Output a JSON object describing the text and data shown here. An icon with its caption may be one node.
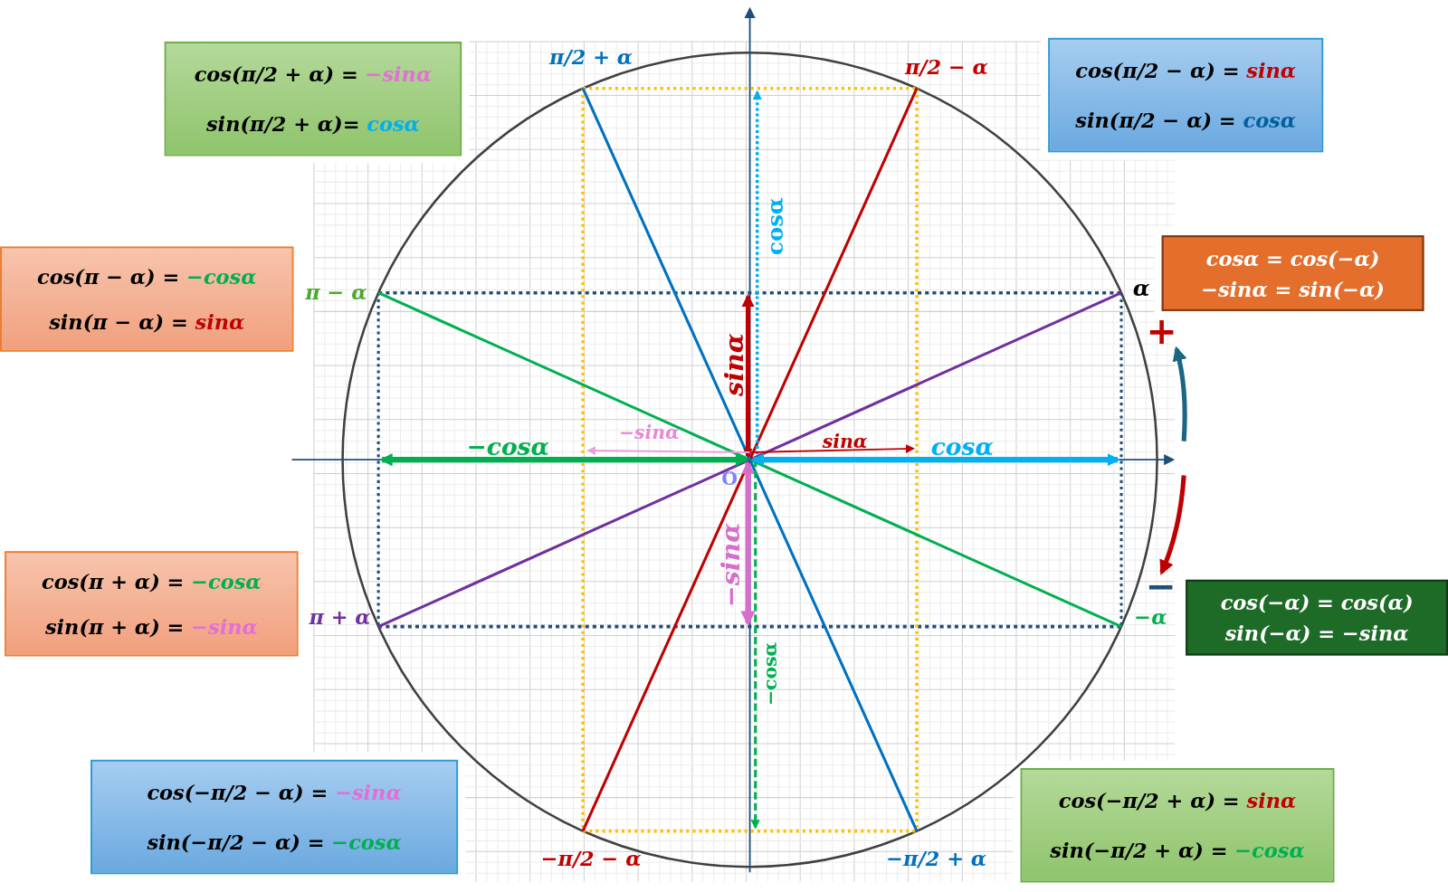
{
  "diagram": {
    "nodes": [
      {
        "text": [
          "cos(π/2 + α) = −sinα",
          "sin(π/2 + α)= cosα"
        ]
      },
      {
        "text": [
          "cos(π/2 − α) = sinα",
          "sin(π/2 − α) = cosα"
        ]
      },
      {
        "text": [
          "cosα = cos(−α)",
          "−sinα = sin(−α)"
        ]
      },
      {
        "text": [
          "cos(π − α) = −cosα",
          "sin(π − α) = sinα"
        ]
      },
      {
        "text": [
          "cos(π + α) = −cosα",
          "sin(π + α) = −sinα"
        ]
      },
      {
        "text": [
          "cos(−α) = cos(α)",
          "sin(−α) = −sinα"
        ]
      },
      {
        "text": [
          "cos(−π/2 − α) = −sinα",
          "sin(−π/2 − α) = −cosα"
        ]
      },
      {
        "text": [
          "cos(−π/2 + α) = sinα",
          "sin(−π/2 + α) = −cosα"
        ]
      }
    ],
    "labels": [
      "π/2 + α",
      "π/2 − α",
      "cosα",
      "π − α",
      "α",
      "+",
      "sinα",
      "−sinα",
      "sinα",
      "−cosα",
      "cosα",
      "O",
      "−sinα",
      "−",
      "π + α",
      "−α",
      "−cosα",
      "−π/2 − α",
      "−π/2 + α"
    ]
  }
}
